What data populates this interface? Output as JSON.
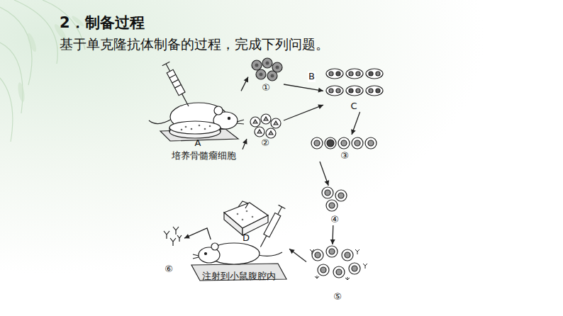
{
  "diagram": {
    "title": "2．制备过程",
    "nodes": [
      {
        "text": [
          "A"
        ]
      },
      {
        "text": [
          "①"
        ]
      },
      {
        "text": [
          "培养骨髓瘤细胞"
        ]
      },
      {
        "text": [
          "②"
        ]
      },
      {
        "text": [
          "C"
        ]
      },
      {
        "text": [
          "③"
        ]
      },
      {
        "text": [
          "④"
        ]
      },
      {
        "text": [
          "⑤"
        ]
      },
      {
        "text": [
          "D"
        ]
      },
      {
        "text": [
          "注射到小鼠腹腔内"
        ]
      },
      {
        "text": [
          "⑥"
        ]
      }
    ],
    "edges": [
      {
        "from": 0,
        "to": 1,
        "arrow": "to"
      },
      {
        "from": 2,
        "to": 3,
        "arrow": "to"
      },
      {
        "from": 1,
        "to": 4,
        "label": "B",
        "arrow": "to"
      },
      {
        "from": 3,
        "to": 4,
        "arrow": "to"
      },
      {
        "from": 4,
        "to": 5,
        "arrow": "to"
      },
      {
        "from": 5,
        "to": 6,
        "arrow": "to"
      },
      {
        "from": 6,
        "to": 7,
        "arrow": "to"
      },
      {
        "from": 7,
        "to": 9,
        "arrow": "to"
      },
      {
        "from": 9,
        "to": 10,
        "arrow": "to"
      }
    ],
    "labels": [
      "基于单克隆抗体制备的过程，完成下列问题。"
    ]
  }
}
